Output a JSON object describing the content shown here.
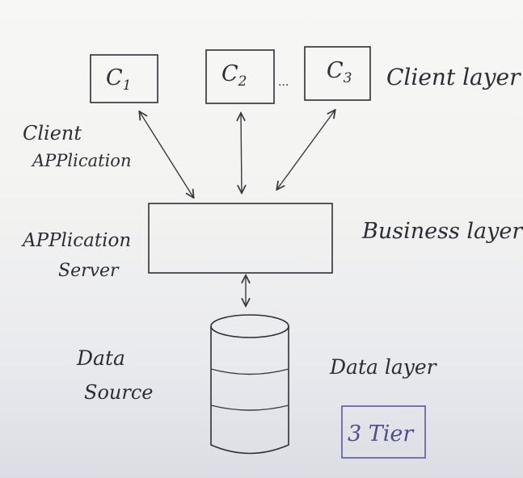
{
  "clients": [
    {
      "label": "C",
      "sub": "1"
    },
    {
      "label": "C",
      "sub": "2"
    },
    {
      "label": "C",
      "sub": "3"
    }
  ],
  "ellipsis": "...",
  "labels": {
    "client_layer": "Client layer",
    "client_application_1": "Client",
    "client_application_2": "APPlication",
    "application_server_1": "APPlication",
    "application_server_2": "Server",
    "business_layer": "Business layer",
    "data_source_1": "Data",
    "data_source_2": "Source",
    "data_layer": "Data layer",
    "tier": "3 Tier"
  },
  "colors": {
    "ink": "#2d2d35",
    "tier_ink": "#4e4e8e"
  }
}
